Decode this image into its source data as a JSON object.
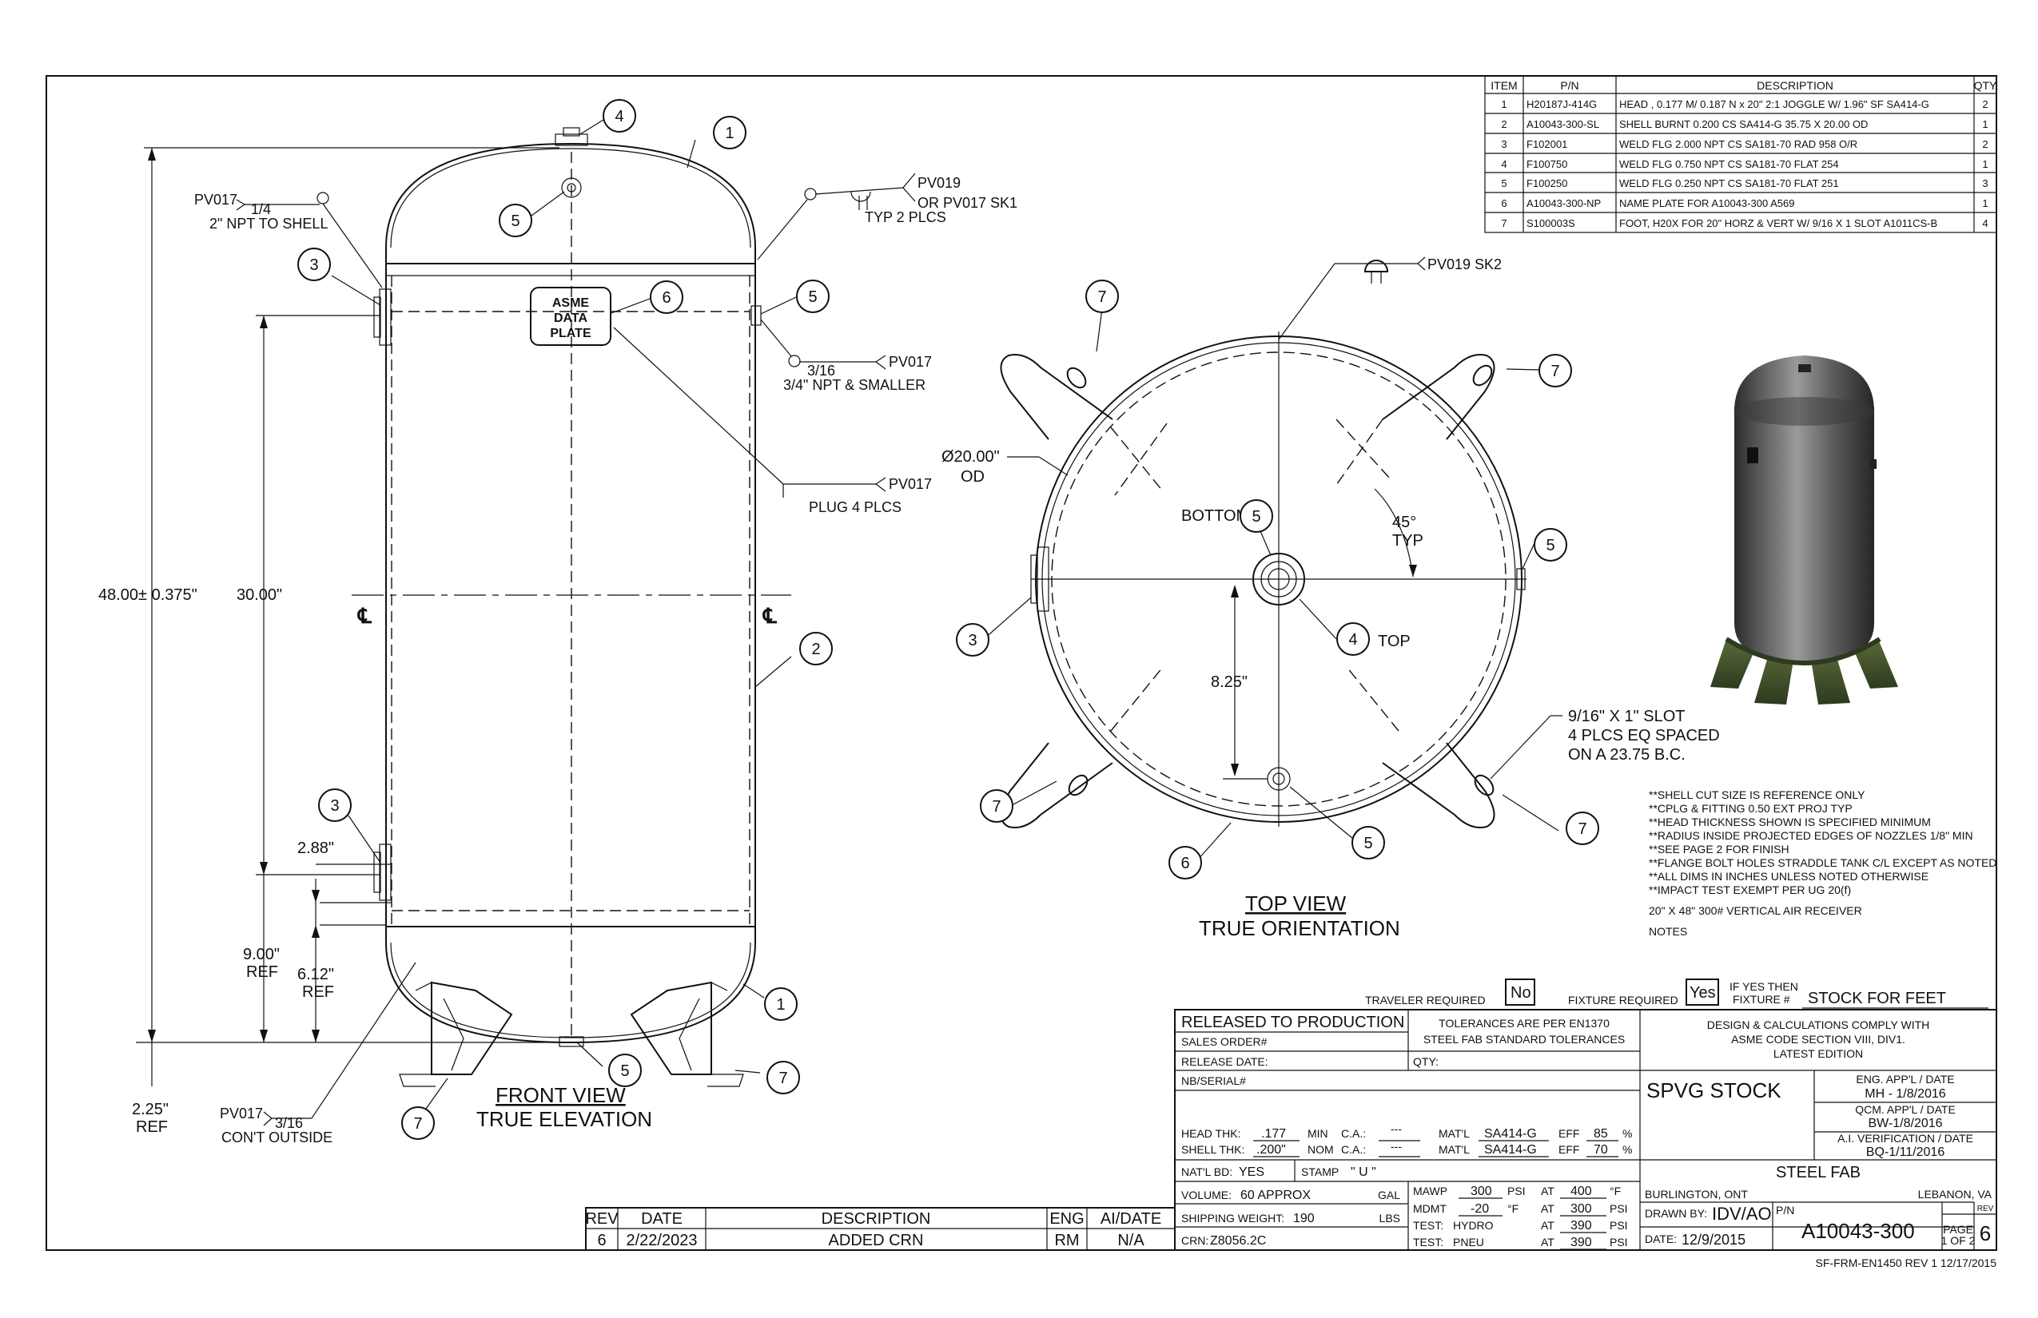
{
  "bom": {
    "headers": {
      "item": "ITEM",
      "pn": "P/N",
      "desc": "DESCRIPTION",
      "qty": "QTY"
    },
    "rows": [
      {
        "item": "1",
        "pn": "H20187J-414G",
        "desc": "HEAD , 0.177 M/ 0.187 N x 20\" 2:1 JOGGLE W/ 1.96\" SF SA414-G",
        "qty": "2"
      },
      {
        "item": "2",
        "pn": "A10043-300-SL",
        "desc": "SHELL BURNT 0.200 CS SA414-G 35.75 X 20.00 OD",
        "qty": "1"
      },
      {
        "item": "3",
        "pn": "F102001",
        "desc": "WELD FLG 2.000 NPT CS SA181-70 RAD 958 O/R",
        "qty": "2"
      },
      {
        "item": "4",
        "pn": "F100750",
        "desc": "WELD FLG 0.750 NPT CS SA181-70 FLAT 254",
        "qty": "1"
      },
      {
        "item": "5",
        "pn": "F100250",
        "desc": "WELD FLG 0.250 NPT CS SA181-70 FLAT 251",
        "qty": "3"
      },
      {
        "item": "6",
        "pn": "A10043-300-NP",
        "desc": "NAME PLATE FOR A10043-300 A569",
        "qty": "1"
      },
      {
        "item": "7",
        "pn": "S100003S",
        "desc": "FOOT, H20X  FOR 20\" HORZ & VERT W/ 9/16 X 1 SLOT A1011CS-B",
        "qty": "4"
      }
    ]
  },
  "front": {
    "title": "FRONT VIEW",
    "subtitle": "TRUE ELEVATION",
    "nameplate": [
      "ASME",
      "DATA",
      "PLATE"
    ],
    "dims": {
      "overall": "48.00± 0.375\"",
      "span": "30.00\"",
      "d288": "2.88\"",
      "d900": "9.00\"",
      "d900ref": "REF",
      "d612": "6.12\"",
      "d612ref": "REF",
      "d225": "2.25\"",
      "d225ref": "REF"
    },
    "cl": "℄",
    "notes": {
      "n1a": "PV017",
      "n1b": "1/4",
      "n1c": "2\" NPT TO SHELL",
      "n2a": "PV019",
      "n2b": "OR PV017 SK1",
      "n2c": "TYP 2 PLCS",
      "n3a": "3/16",
      "n3b": "PV017",
      "n3c": "3/4\" NPT & SMALLER",
      "n4a": "PV017",
      "n4b": "PLUG 4 PLCS",
      "n5a": "PV017",
      "n5b": "3/16",
      "n5c": "CON'T OUTSIDE"
    },
    "balloons": [
      "4",
      "1",
      "5",
      "3",
      "6",
      "5",
      "2",
      "3",
      "1",
      "5",
      "7",
      "7"
    ]
  },
  "top": {
    "title": "TOP VIEW",
    "subtitle": "TRUE ORIENTATION",
    "od_a": "Ø20.00\"",
    "od_b": "OD",
    "pv019": "PV019 SK2",
    "bottom": "BOTTOM",
    "toplbl": "TOP",
    "angle": "45°",
    "typ": "TYP",
    "d825": "8.25\"",
    "slot": [
      "9/16\" X 1\" SLOT",
      "4 PLCS EQ SPACED",
      "ON A 23.75 B.C."
    ],
    "balloons": [
      "7",
      "7",
      "5",
      "5",
      "3",
      "4",
      "7",
      "7",
      "5",
      "6"
    ]
  },
  "notes": {
    "lines": [
      "**SHELL CUT SIZE IS REFERENCE ONLY",
      "**CPLG & FITTING 0.50 EXT PROJ TYP",
      "**HEAD THICKNESS SHOWN IS SPECIFIED MINIMUM",
      "**RADIUS INSIDE PROJECTED EDGES OF NOZZLES 1/8\" MIN",
      "**SEE PAGE 2 FOR FINISH",
      "**FLANGE BOLT HOLES STRADDLE TANK C/L EXCEPT AS NOTED",
      "**ALL DIMS IN INCHES UNLESS NOTED OTHERWISE",
      "**IMPACT TEST EXEMPT PER UG 20(f)"
    ],
    "receiver": "20\" X 48\" 300# VERTICAL AIR RECEIVER",
    "label": "NOTES"
  },
  "title_block": {
    "traveler_label": "TRAVELER REQUIRED",
    "traveler_value": "No",
    "fixture_label": "FIXTURE REQUIRED",
    "fixture_value": "Yes",
    "ifyes_a": "IF YES THEN",
    "ifyes_b": "FIXTURE #",
    "fixture_num": "STOCK FOR FEET",
    "released": "RELEASED TO PRODUCTION",
    "sales_order": "SALES ORDER#",
    "release_date": "RELEASE DATE:",
    "nb_serial": "NB/SERIAL#",
    "tol_a": "TOLERANCES ARE PER EN1370",
    "tol_b": "STEEL FAB STANDARD TOLERANCES",
    "qty": "QTY:",
    "design_a": "DESIGN & CALCULATIONS COMPLY WITH",
    "design_b": "ASME CODE SECTION VIII, DIV1.",
    "design_c": "LATEST EDITION",
    "part_name": "SPVG STOCK",
    "eng_appl": "ENG. APP'L / DATE",
    "eng_val": "MH - 1/8/2016",
    "qcm_appl": "QCM. APP'L / DATE",
    "qcm_val": "BW-1/8/2016",
    "ai_ver": "A.I. VERIFICATION / DATE",
    "ai_val": "BQ-1/11/2016",
    "company": "STEEL FAB",
    "loc_left": "BURLINGTON, ONT",
    "loc_right": "LEBANON, VA",
    "drawn_by_label": "DRAWN BY:",
    "drawn_by": "IDV/AO",
    "pn_label": "P/N",
    "pn": "A10043-300",
    "date_label": "DATE:",
    "date": "12/9/2015",
    "page_label": "PAGE",
    "page_of": "1 OF 2",
    "rev_label": "REV",
    "rev_val": "6",
    "head_thk_label": "HEAD THK:",
    "head_thk": ".177",
    "min": "MIN",
    "ca_label": "C.A.:",
    "ca1": "---",
    "matl_label": "MAT'L",
    "matl1": "SA414-G",
    "eff_label": "EFF",
    "eff1": "85",
    "pct": "%",
    "shell_thk_label": "SHELL THK:",
    "shell_thk": ".200\"",
    "nom": "NOM",
    "ca2": "---",
    "matl2": "SA414-G",
    "eff2": "70",
    "natl_bd": "NAT'L BD:",
    "natl_bd_val": "YES",
    "stamp_label": "STAMP",
    "stamp_val": "\"   U   \"",
    "volume_label": "VOLUME:",
    "volume": "60 APPROX",
    "gal": "GAL",
    "ship_label": "SHIPPING WEIGHT:",
    "ship": "190",
    "lbs": "LBS",
    "crn_label": "CRN:",
    "crn": "Z8056.2C",
    "mawp_label": "MAWP",
    "mawp": "300",
    "psi": "PSI",
    "at": "AT",
    "mawp_t": "400",
    "degf": "°F",
    "mdmt_label": "MDMT",
    "mdmt": "-20",
    "mdmt_p": "300",
    "test1_label": "TEST:",
    "test1": "HYDRO",
    "test1_p": "390",
    "test2_label": "TEST:",
    "test2": "PNEU",
    "test2_p": "390",
    "form": "SF-FRM-EN1450  REV 1 12/17/2015"
  },
  "rev_block": {
    "headers": [
      "REV",
      "DATE",
      "DESCRIPTION",
      "ENG",
      "AI/DATE"
    ],
    "row": [
      "6",
      "2/22/2023",
      "ADDED CRN",
      "RM",
      "N/A"
    ]
  }
}
